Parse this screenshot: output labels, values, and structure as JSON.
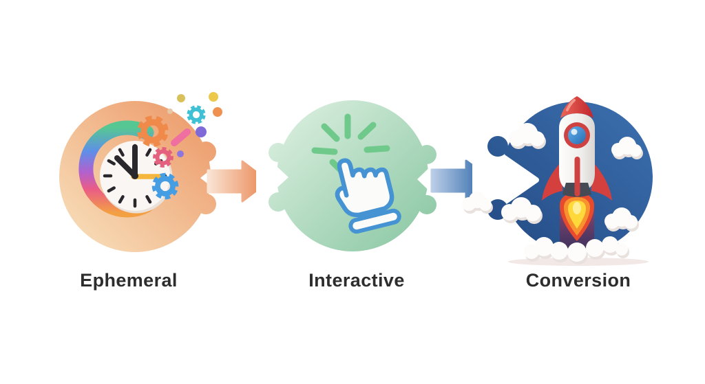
{
  "diagram": {
    "type": "flow",
    "background": "#ffffff",
    "label_color": "#2d2d2d",
    "steps": [
      {
        "label": "Ephemeral",
        "icon": "clock-dissolving-into-gears-icon",
        "bubble_color_start": "#f8e0bc",
        "bubble_color_end": "#ec9766"
      },
      {
        "label": "Interactive",
        "icon": "clicking-hand-cursor-icon",
        "bubble_color_start": "#d9eede",
        "bubble_color_end": "#8ac7a3"
      },
      {
        "label": "Conversion",
        "icon": "rocket-launch-clouds-icon",
        "bubble_color_start": "#3a6dac",
        "bubble_color_end": "#27508a"
      }
    ],
    "connectors": [
      {
        "from": "Ephemeral",
        "to": "Interactive",
        "shape": "arrow-right",
        "color_start": "#fae4d4",
        "color_end": "#e8854f"
      },
      {
        "from": "Interactive",
        "to": "Conversion",
        "shape": "arrow-right",
        "color_start": "#bccee8",
        "color_end": "#1b5aa0"
      }
    ]
  }
}
